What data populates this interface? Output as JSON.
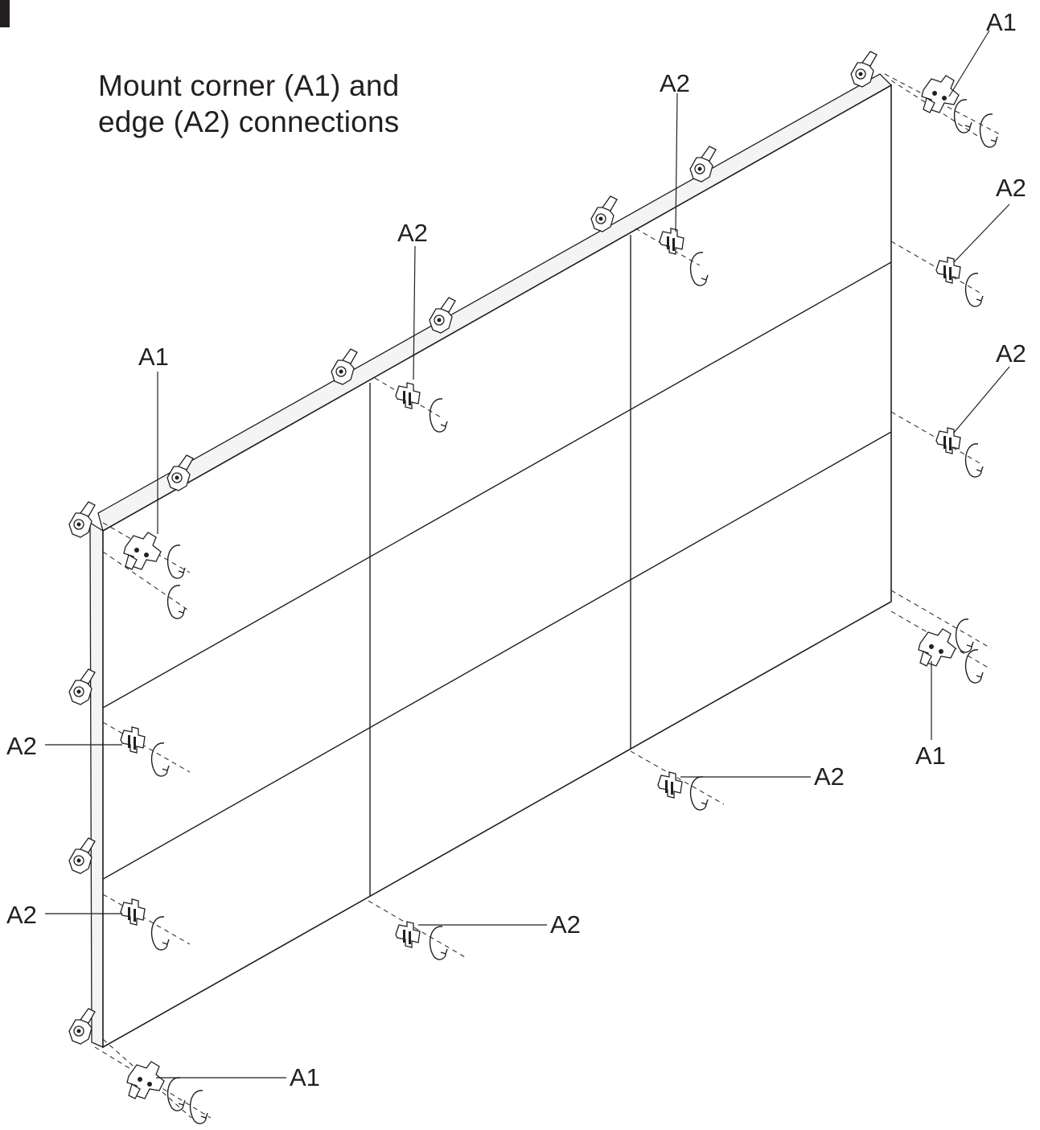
{
  "instruction": {
    "line1": "Mount corner (A1) and",
    "line2": "edge (A2) connections"
  },
  "callouts": {
    "a1_top_right": "A1",
    "a2_top_center": "A2",
    "a2_right_upper": "A2",
    "a2_right_middle": "A2",
    "a2_top_mid": "A2",
    "a1_left_top": "A1",
    "a2_left_middle": "A2",
    "a2_bottom_right": "A2",
    "a1_right_bottom": "A1",
    "a2_left_lower": "A2",
    "a2_bottom_center": "A2",
    "a1_bottom_left": "A1"
  },
  "grid": {
    "columns": 3,
    "rows": 3
  },
  "colors": {
    "ink": "#231f20",
    "background": "#ffffff"
  },
  "icons": [
    "corner-bracket-icon",
    "edge-bracket-icon",
    "rotate-arrow-icon",
    "lock-cam-icon"
  ]
}
